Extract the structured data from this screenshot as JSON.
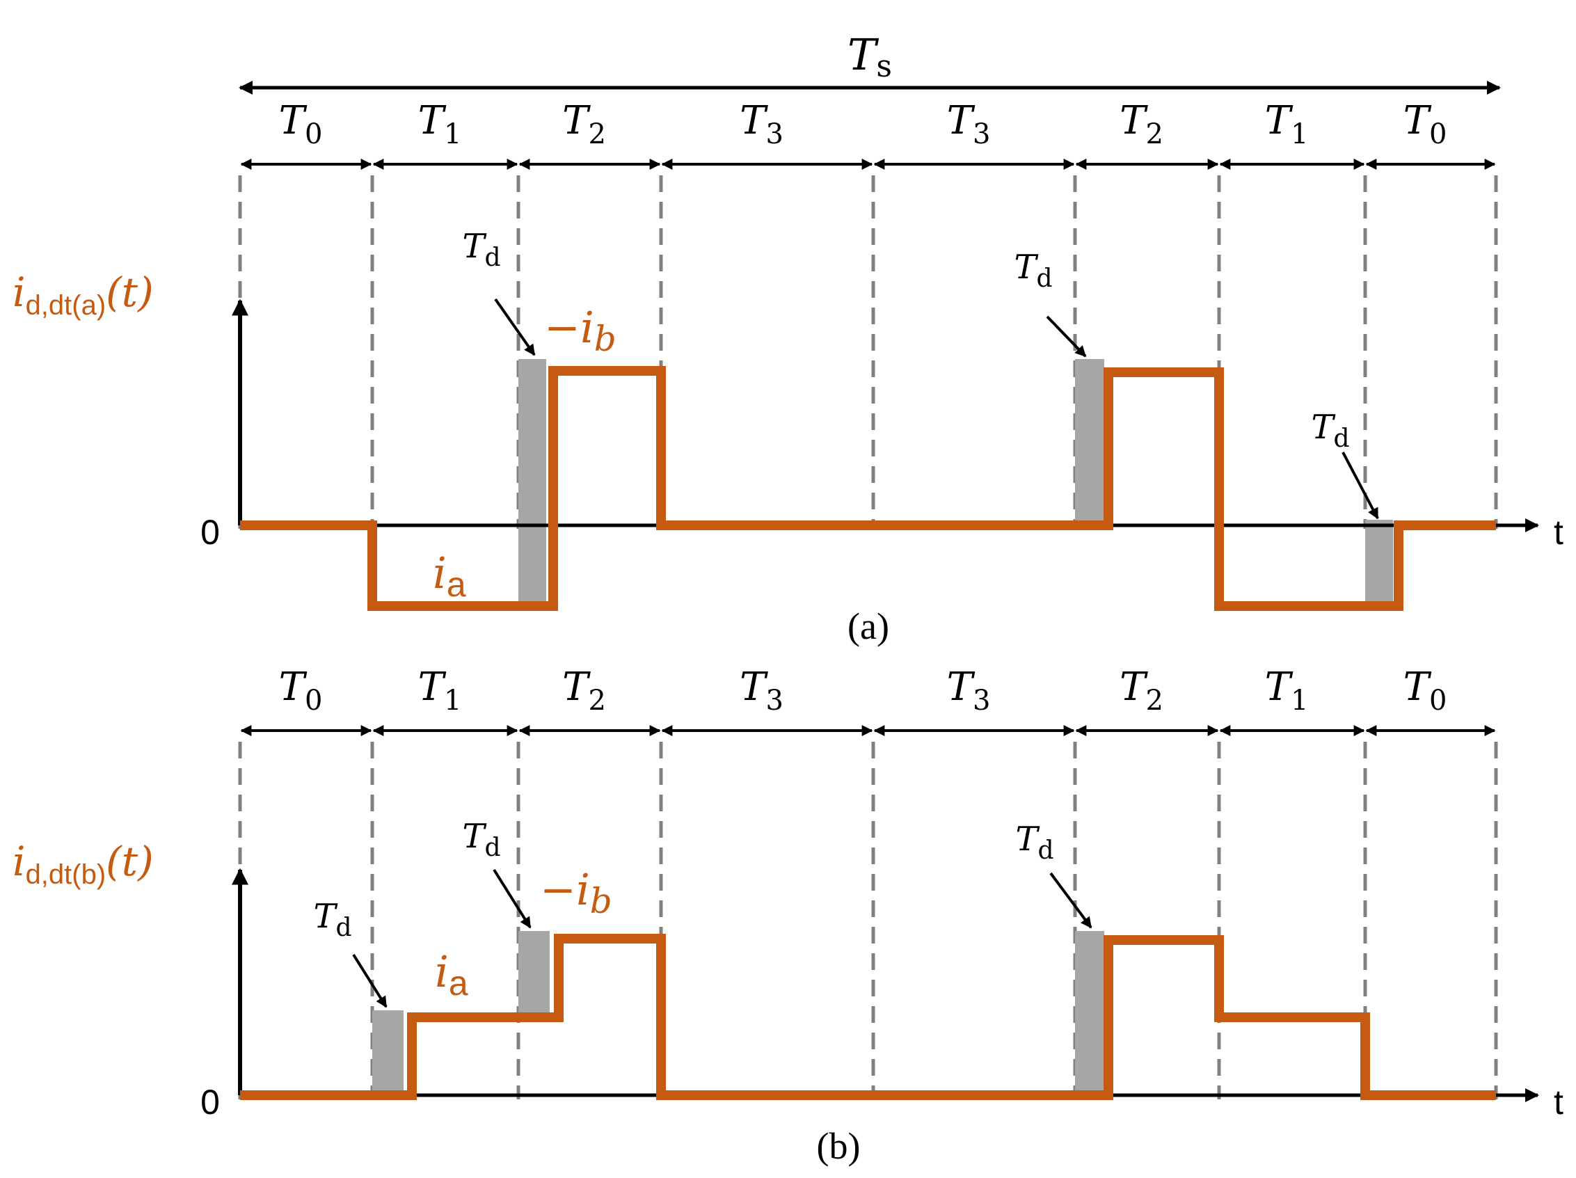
{
  "period_label": {
    "main": "T",
    "sub": "s"
  },
  "intervals": [
    {
      "main": "T",
      "sub": "0"
    },
    {
      "main": "T",
      "sub": "1"
    },
    {
      "main": "T",
      "sub": "2"
    },
    {
      "main": "T",
      "sub": "3"
    },
    {
      "main": "T",
      "sub": "3"
    },
    {
      "main": "T",
      "sub": "2"
    },
    {
      "main": "T",
      "sub": "1"
    },
    {
      "main": "T",
      "sub": "0"
    }
  ],
  "deadtime_label": {
    "main": "T",
    "sub": "d"
  },
  "time_axis_label": "t",
  "zero_label": "0",
  "panels": [
    {
      "caption": "(a)",
      "ylabel": {
        "main": "i",
        "sub": "d,dt(a)",
        "arg": "(t)"
      },
      "current_labels": [
        {
          "main": "i",
          "sub": "a"
        },
        {
          "main": "−i",
          "sub": "b"
        }
      ]
    },
    {
      "caption": "(b)",
      "ylabel": {
        "main": "i",
        "sub": "d,dt(b)",
        "arg": "(t)"
      },
      "current_labels": [
        {
          "main": "i",
          "sub": "a"
        },
        {
          "main": "−i",
          "sub": "b"
        }
      ]
    }
  ],
  "colors": {
    "waveform": "#C55A11",
    "deadtime_fill": "#A6A6A6",
    "grid_dash": "#808080",
    "axis": "#000000"
  }
}
